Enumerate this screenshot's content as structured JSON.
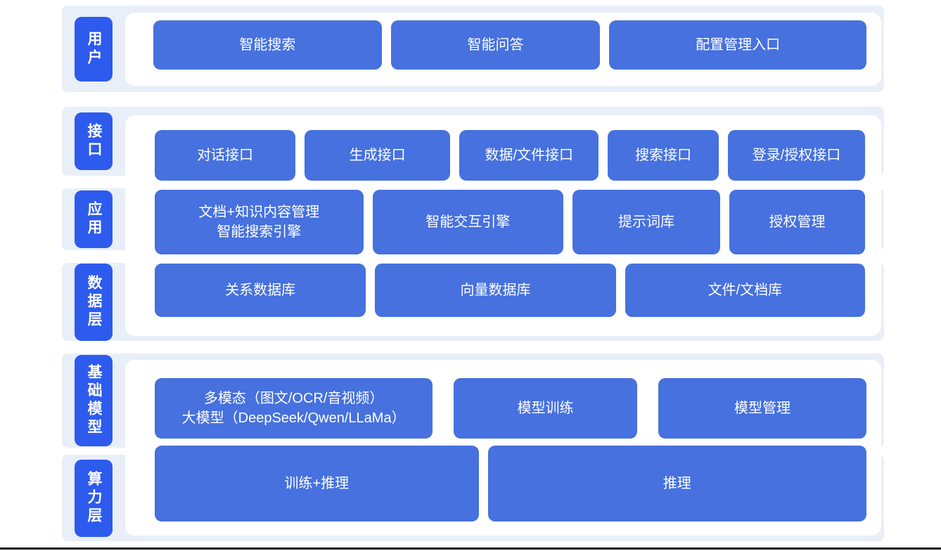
{
  "diagram": {
    "bands": [
      {
        "labels": [
          "用户"
        ],
        "rows": [
          {
            "buttons": [
              "智能搜索",
              "智能问答",
              "配置管理入口"
            ]
          }
        ]
      },
      {
        "labels": [
          "接口",
          "应用",
          "数据层"
        ],
        "rows": [
          {
            "buttons": [
              "对话接口",
              "生成接口",
              "数据/文件接口",
              "搜索接口",
              "登录/授权接口"
            ]
          },
          {
            "buttons": [
              "文档+知识内容管理\n智能搜索引擎",
              "智能交互引擎",
              "提示词库",
              "授权管理"
            ]
          },
          {
            "buttons": [
              "关系数据库",
              "向量数据库",
              "文件/文档库"
            ]
          }
        ]
      },
      {
        "labels": [
          "基础模型",
          "算力层"
        ],
        "rows": [
          {
            "buttons": [
              "多模态（图文/OCR/音视频）\n大模型（DeepSeek/Qwen/LLaMa）",
              "模型训练",
              "模型管理"
            ]
          },
          {
            "buttons": [
              "训练+推理",
              "推理"
            ]
          }
        ]
      }
    ],
    "colors": {
      "band_background": "#e9eff8",
      "layer_label_blue": "#2d5bee",
      "block_blue": "#4671de",
      "text_white": "#ffffff",
      "bottom_line": "#15181d"
    }
  }
}
